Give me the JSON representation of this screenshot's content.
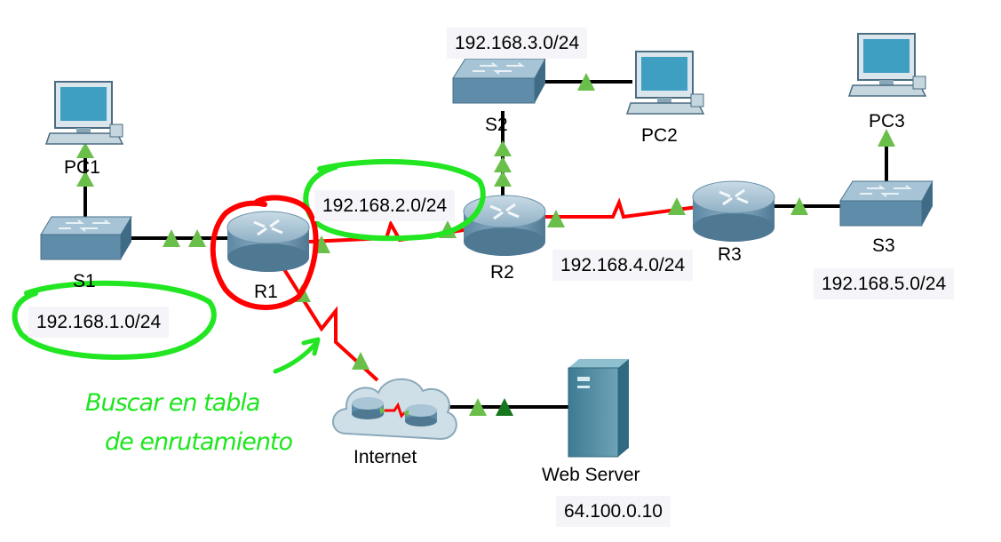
{
  "devices": {
    "pc1": "PC1",
    "pc2": "PC2",
    "pc3": "PC3",
    "s1": "S1",
    "s2": "S2",
    "s3": "S3",
    "r1": "R1",
    "r2": "R2",
    "r3": "R3",
    "internet": "Internet",
    "webserver": "Web Server"
  },
  "networks": {
    "net1": "192.168.1.0/24",
    "net2": "192.168.2.0/24",
    "net3": "192.168.3.0/24",
    "net4": "192.168.4.0/24",
    "net5": "192.168.5.0/24",
    "server_ip": "64.100.0.10"
  },
  "annotation": {
    "line1": "Buscar en tabla",
    "line2": "de enrutamiento"
  },
  "colors": {
    "ethernet": "#000000",
    "serial": "#ff0000",
    "link_up": "#6abf4b",
    "highlight_green": "#22e622",
    "highlight_red": "#ff0000"
  }
}
